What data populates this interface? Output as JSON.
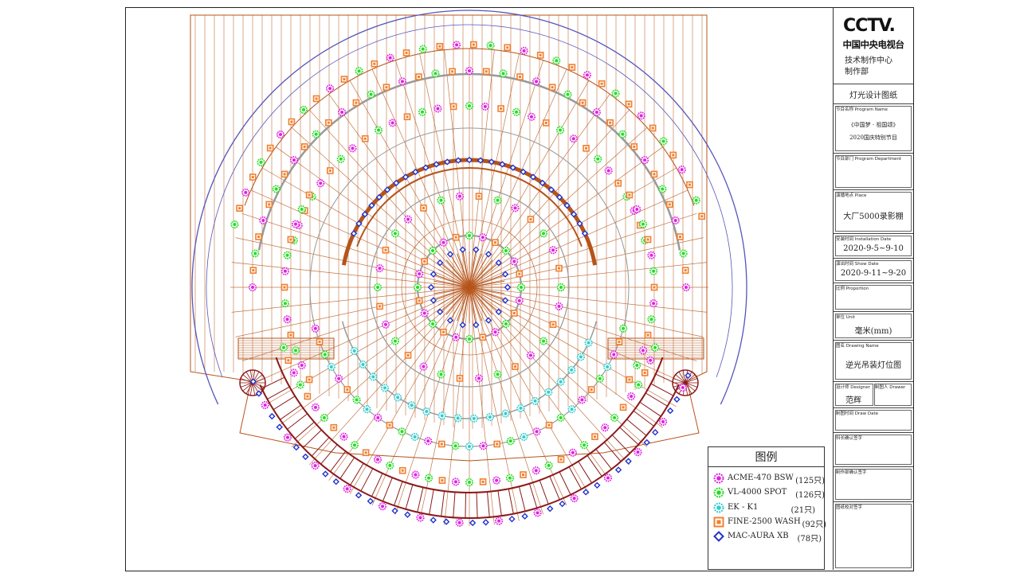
{
  "title_block": {
    "logo_text": "CCTV.",
    "logo_cn": "中国中央电视台",
    "dept_1": "技术制作中心",
    "dept_2": "制作部",
    "sheet_type": "灯光设计图纸",
    "program_label": "节目名称 Program Name",
    "program_line1": "《中国梦 · 祖国颂》",
    "program_line2": "2020国庆特别节目",
    "department_label": "节目部门 Program Department",
    "department_value": "",
    "place_label": "演播地点 Place",
    "place_value": "大厂5000录影棚",
    "install_label": "安装时间 Installation Date",
    "install_value": "2020-9-5~9-10",
    "show_label": "演出时间 Show Date",
    "show_value": "2020-9-11~9-20",
    "proportion_label": "比例 Proportion",
    "proportion_value": "",
    "unit_label": "单位 Unit",
    "unit_value": "毫米(mm)",
    "drawing_label": "图名 Drawing Name",
    "drawing_value": "逆光吊装灯位图",
    "designer_label": "设计师 Designer",
    "designer_value": "范辉",
    "drawer_label": "制图人 Drawer",
    "drawer_value": "",
    "draw_date_label": "制图时间 Draw Date",
    "sign1_label": "科长确认签字",
    "sign2_label": "制作部确认签字",
    "sign3_label": "图纸校对签字"
  },
  "legend": {
    "title": "图例",
    "items": [
      {
        "name": "ACME-470 BSW",
        "count": "(125只)",
        "color": "#e020e0",
        "icon": "magenta-gear-icon"
      },
      {
        "name": "VL-4000 SPOT",
        "count": "(126只)",
        "color": "#22dd22",
        "icon": "green-gear-icon"
      },
      {
        "name": "EK - K1",
        "count": "(21只)",
        "color": "#33cccc",
        "icon": "cyan-gear-icon"
      },
      {
        "name": "FINE-2500 WASH",
        "count": "(92只)",
        "color": "#f08030",
        "icon": "orange-square-icon"
      },
      {
        "name": "MAC-AURA XB",
        "count": "(78只)",
        "color": "#2233cc",
        "icon": "blue-diamond-icon"
      }
    ]
  },
  "colors": {
    "structure": "#b5541a",
    "blue_outline": "#5555bb",
    "truss": "#999999",
    "dark_red": "#8b1a1a"
  }
}
